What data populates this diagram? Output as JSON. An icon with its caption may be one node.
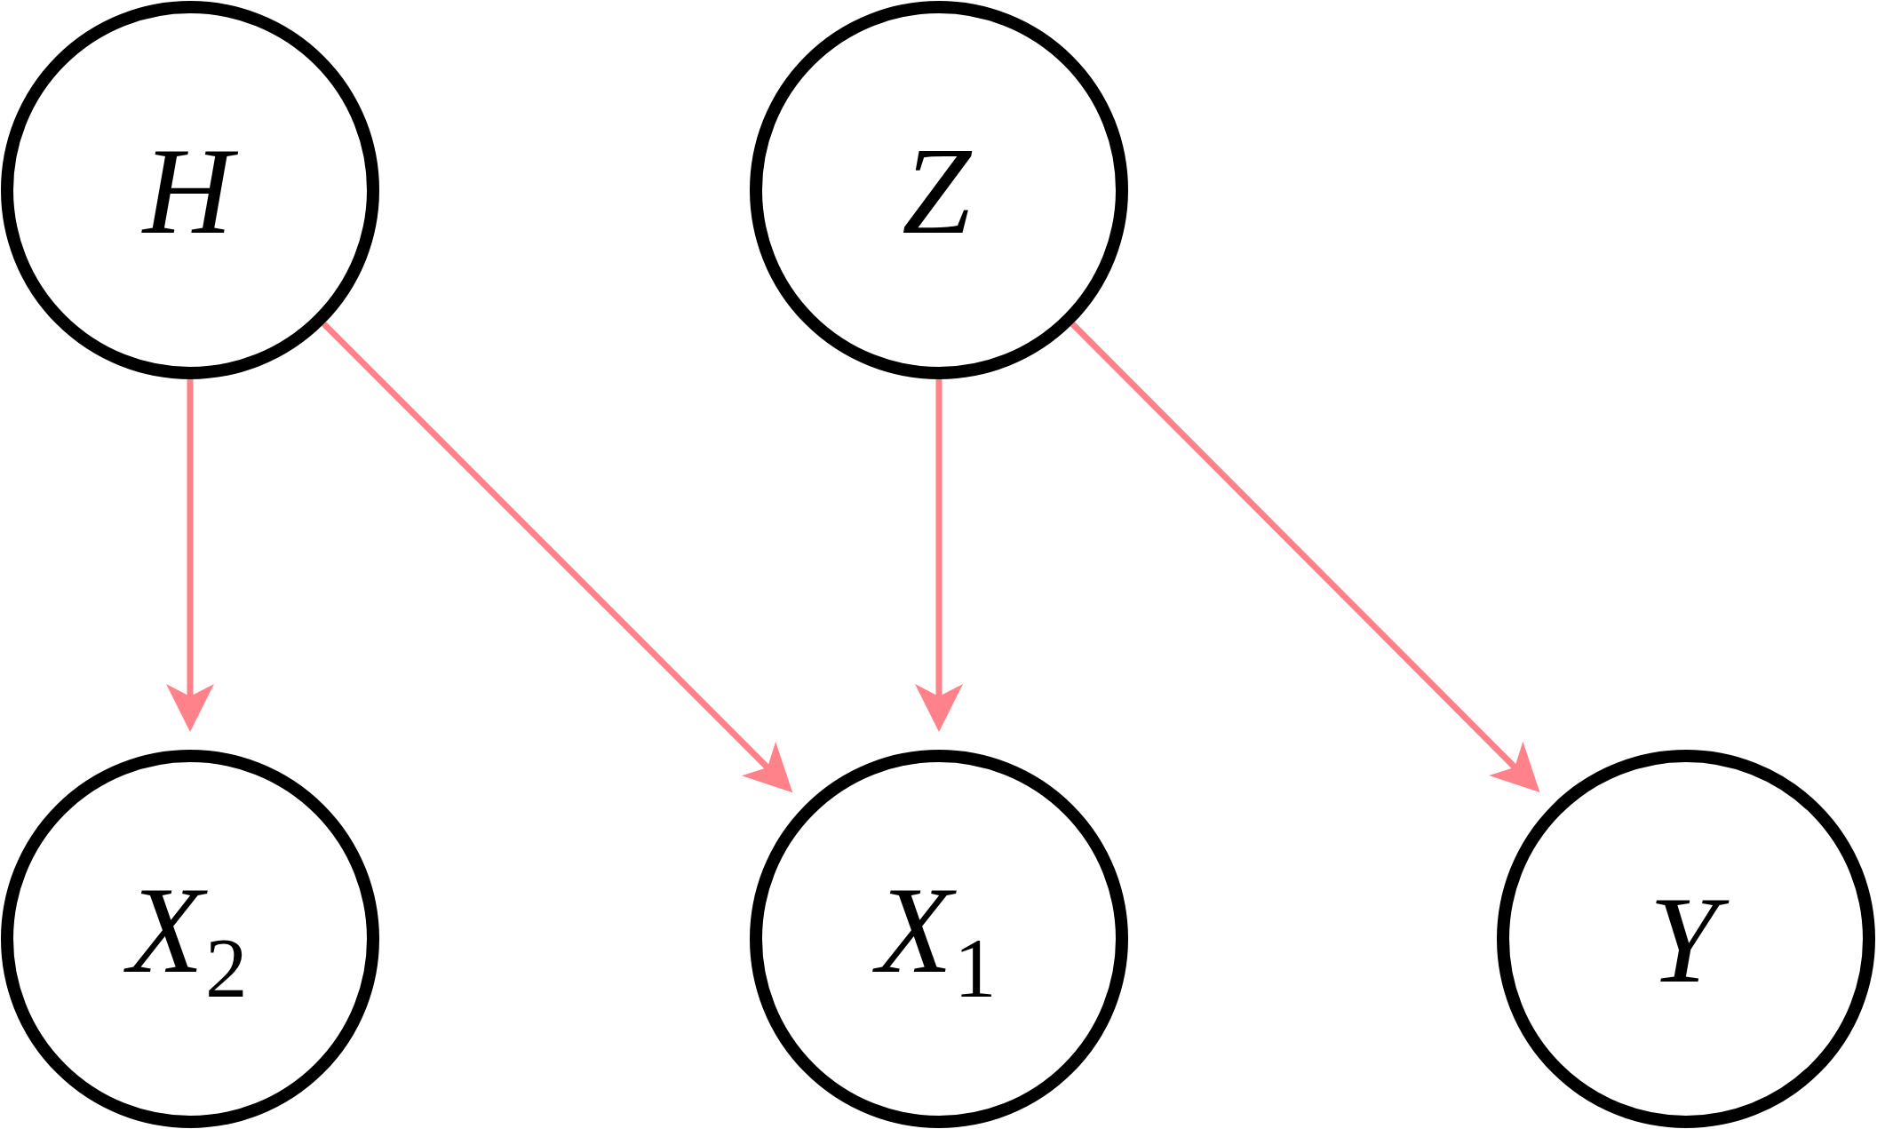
{
  "diagram": {
    "nodes": [
      {
        "text": [
          "H"
        ]
      },
      {
        "text": [
          "Z"
        ]
      },
      {
        "text": [
          "X$_{2}$"
        ]
      },
      {
        "text": [
          "X$_{1}$"
        ]
      },
      {
        "text": [
          "Y"
        ]
      }
    ],
    "edges": [
      {
        "from": 0,
        "to": 2,
        "arrow": "to"
      },
      {
        "from": 0,
        "to": 3,
        "arrow": "to"
      },
      {
        "from": 1,
        "to": 3,
        "arrow": "to"
      },
      {
        "from": 1,
        "to": 4,
        "arrow": "to"
      }
    ]
  }
}
